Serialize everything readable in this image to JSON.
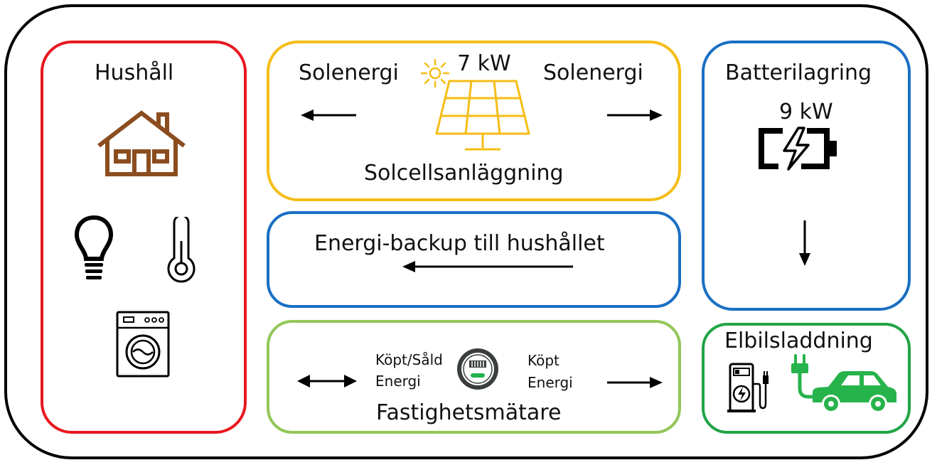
{
  "household": {
    "title": "Hushåll",
    "icons": [
      "house-icon",
      "lightbulb-icon",
      "thermometer-icon",
      "washing-machine-icon"
    ]
  },
  "solar": {
    "left_label": "Solenergi",
    "right_label": "Solenergi",
    "power": "7 kW",
    "title": "Solcellsanläggning",
    "icons": [
      "sun-icon",
      "solar-panel-icon"
    ]
  },
  "backup": {
    "label": "Energi-backup till hushållet"
  },
  "meter": {
    "left_line1": "Köpt/Såld",
    "left_line2": "Energi",
    "right_line1": "Köpt",
    "right_line2": "Energi",
    "title": "Fastighetsmätare",
    "icons": [
      "electricity-meter-icon"
    ]
  },
  "battery": {
    "title": "Batterilagring",
    "power": "9 kW",
    "icons": [
      "battery-charging-icon"
    ]
  },
  "ev": {
    "title": "Elbilsladdning",
    "icons": [
      "charging-station-icon",
      "plug-icon",
      "electric-car-icon"
    ]
  },
  "colors": {
    "household": "#e8171f",
    "solar": "#f6bd16",
    "backup": "#1a6fc4",
    "meter": "#92c758",
    "battery": "#1a6fc4",
    "ev": "#22a447",
    "house_icon": "#8b4d1f"
  }
}
